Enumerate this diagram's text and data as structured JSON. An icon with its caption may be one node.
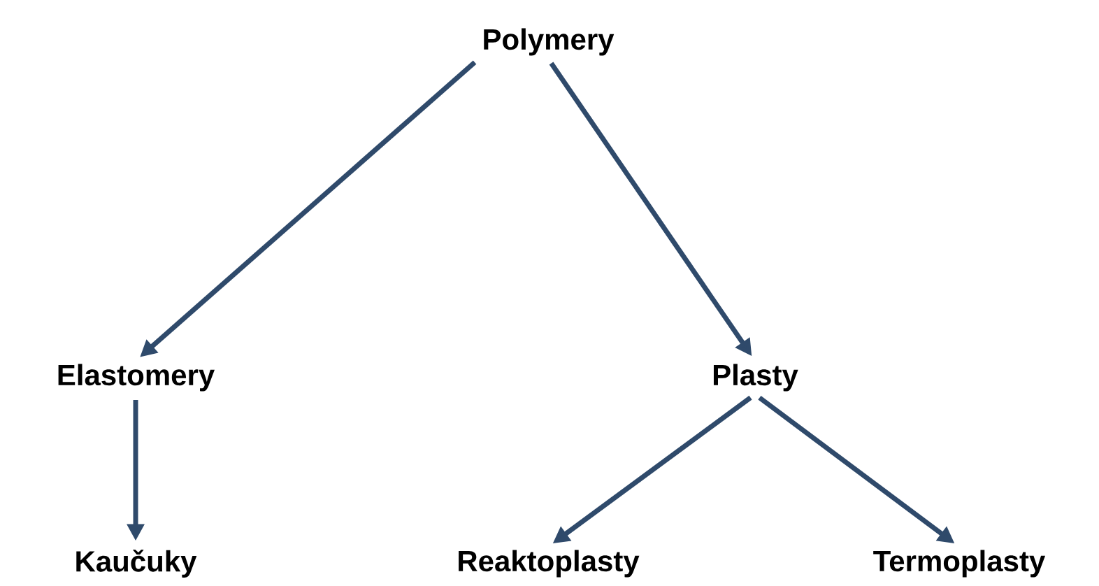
{
  "diagram": {
    "nodes": [
      {
        "text": [
          "Polymery"
        ]
      },
      {
        "text": [
          "Elastomery"
        ]
      },
      {
        "text": [
          "Plasty"
        ]
      },
      {
        "text": [
          "Kaučuky"
        ]
      },
      {
        "text": [
          "Reaktoplasty"
        ]
      },
      {
        "text": [
          "Termoplasty"
        ]
      }
    ],
    "edges": [
      {
        "from": 0,
        "to": 1,
        "arrow": "to"
      },
      {
        "from": 0,
        "to": 2,
        "arrow": "to"
      },
      {
        "from": 1,
        "to": 3,
        "arrow": "to"
      },
      {
        "from": 2,
        "to": 4,
        "arrow": "to"
      },
      {
        "from": 2,
        "to": 5,
        "arrow": "to"
      }
    ]
  }
}
